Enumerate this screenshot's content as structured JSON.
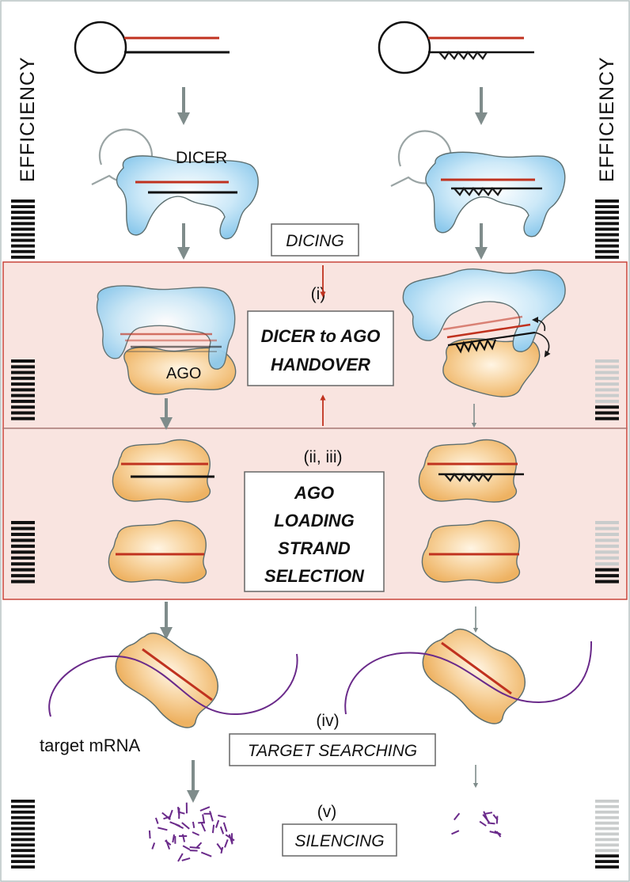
{
  "labels": {
    "efficiency_left": "EFFICIENCY",
    "efficiency_right": "EFFICIENCY",
    "dicer": "DICER",
    "ago": "AGO",
    "target_mrna": "target mRNA"
  },
  "steps": {
    "dicing": {
      "box": "DICING"
    },
    "handover": {
      "num": "(i)",
      "line1": "DICER to AGO",
      "line2": "HANDOVER"
    },
    "loading": {
      "num": "(ii, iii)",
      "line1": "AGO",
      "line2": "LOADING",
      "line3": "STRAND",
      "line4": "SELECTION"
    },
    "target_search": {
      "num": "(iv)",
      "box": "TARGET SEARCHING"
    },
    "silencing": {
      "num": "(v)",
      "box": "SILENCING"
    }
  },
  "efficiency_meters": {
    "left": {
      "dicing": 1.0,
      "handover": 1.0,
      "loading": 1.0,
      "silencing": 1.0
    },
    "right": {
      "dicing": 1.0,
      "handover": 0.25,
      "loading": 0.29,
      "silencing": 0.25
    }
  },
  "colors": {
    "red_strand": "#c0321f",
    "dark_strand": "#1a1a1a",
    "dicer_blue": "#aedcf5",
    "ago_orange": "#f4c37d",
    "mrna_purple": "#6a2a8a",
    "band_fill": "#f9e4e0",
    "band_border": "#c9453a",
    "arrow_grey": "#7f8c8b"
  }
}
